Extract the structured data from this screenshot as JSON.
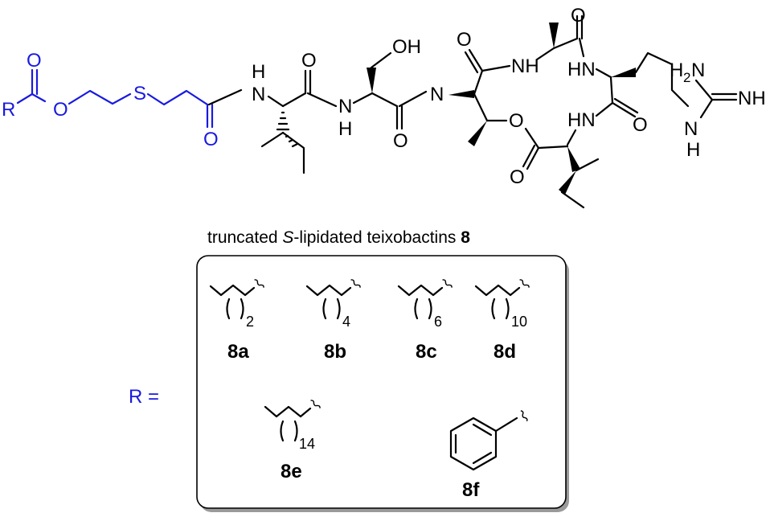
{
  "atoms": {
    "r": "R",
    "o_carbonyl_ester": "O",
    "o_ester": "O",
    "s": "S",
    "o_amide1": "O",
    "nh_ile": "H",
    "n_ile": "N",
    "o_ile": "O",
    "nh_ser": "N",
    "h_ser": "H",
    "oh": "OH",
    "o_ser": "O",
    "n_thr": "N",
    "o_ring_top": "O",
    "o_ring_left": "O",
    "nh_top": "NH",
    "hn_right": "HN",
    "o_ring_mid": "O",
    "hn_mid": "HN",
    "o_ring_ester": "O",
    "o_lactone": "O",
    "h2n": "H",
    "h2n_sub": "2",
    "h2n_n": "N",
    "nh_imine": "NH",
    "n_guan": "N",
    "h_guan": "H"
  },
  "caption": {
    "prefix": "truncated ",
    "italic": "S",
    "suffix": "-lipidated teixobactins ",
    "bold": "8"
  },
  "r_label": "R =",
  "variants": [
    {
      "id": "8a",
      "count": "2"
    },
    {
      "id": "8b",
      "count": "4"
    },
    {
      "id": "8c",
      "count": "6"
    },
    {
      "id": "8d",
      "count": "10"
    },
    {
      "id": "8e",
      "count": "14"
    },
    {
      "id": "8f"
    }
  ],
  "colors": {
    "lipid_tail": "#1a1adf",
    "bonds": "#000000",
    "box_shadow": "#9a9a9a"
  }
}
